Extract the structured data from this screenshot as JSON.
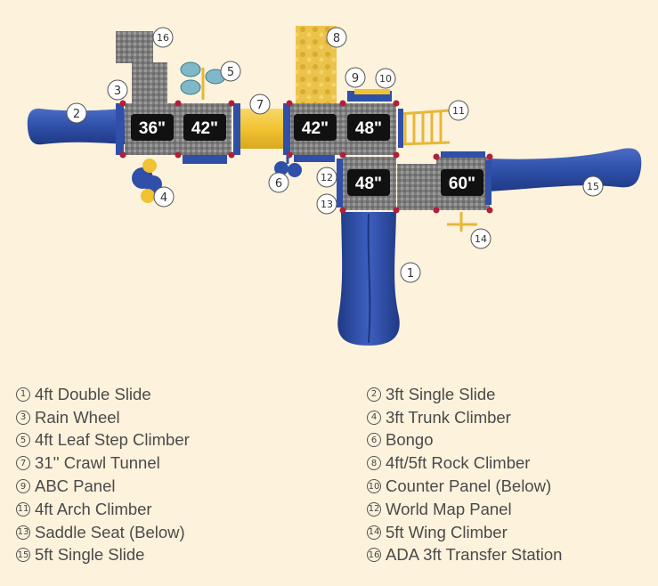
{
  "colors": {
    "background": "#fdf2dc",
    "slide_blue": "#2f4fa8",
    "deck_gray": "#8a8a8a",
    "label_black": "#111111",
    "tunnel_yellow": "#f1c232",
    "rock_yellow": "#ecc34a",
    "post_red": "#b0203a"
  },
  "deck_labels": {
    "d1": "36\"",
    "d2": "42\"",
    "d3": "42\"",
    "d4": "48\"",
    "d5": "48\"",
    "d6": "60\""
  },
  "callouts": {
    "c1": "1",
    "c2": "2",
    "c3": "3",
    "c4": "4",
    "c5": "5",
    "c6": "6",
    "c7": "7",
    "c8": "8",
    "c9": "9",
    "c10": "10",
    "c11": "11",
    "c12": "12",
    "c13": "13",
    "c14": "14",
    "c15": "15",
    "c16": "16"
  },
  "legend": {
    "left": [
      {
        "num": "1",
        "label": "4ft Double Slide"
      },
      {
        "num": "3",
        "label": "Rain Wheel"
      },
      {
        "num": "5",
        "label": "4ft Leaf Step Climber"
      },
      {
        "num": "7",
        "label": "31'' Crawl Tunnel"
      },
      {
        "num": "9",
        "label": "ABC Panel"
      },
      {
        "num": "11",
        "label": "4ft Arch Climber"
      },
      {
        "num": "13",
        "label": "Saddle Seat (Below)"
      },
      {
        "num": "15",
        "label": "5ft Single Slide"
      }
    ],
    "right": [
      {
        "num": "2",
        "label": "3ft Single Slide"
      },
      {
        "num": "4",
        "label": "3ft Trunk Climber"
      },
      {
        "num": "6",
        "label": "Bongo"
      },
      {
        "num": "8",
        "label": "4ft/5ft Rock Climber"
      },
      {
        "num": "10",
        "label": "Counter Panel (Below)"
      },
      {
        "num": "12",
        "label": "World Map Panel"
      },
      {
        "num": "14",
        "label": "5ft Wing Climber"
      },
      {
        "num": "16",
        "label": "ADA 3ft Transfer Station"
      }
    ]
  }
}
